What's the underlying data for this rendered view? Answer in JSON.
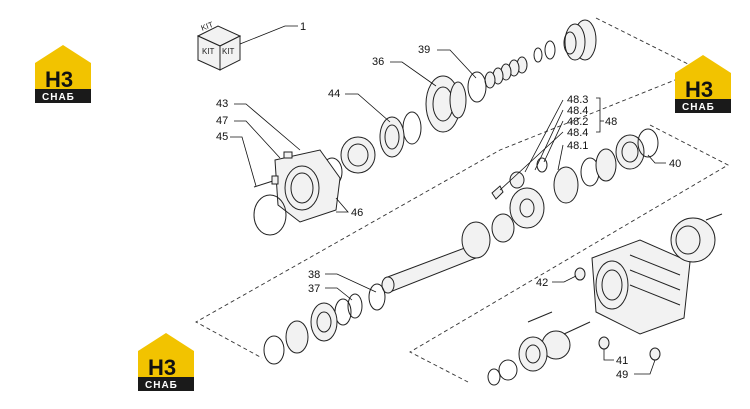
{
  "logo": {
    "mark": "H3",
    "text": "CHAБ",
    "colors": {
      "yellow": "#f2c300",
      "dark": "#1a1a1a"
    }
  },
  "kit": {
    "text": "KIT"
  },
  "callouts": {
    "c1": "1",
    "c36": "36",
    "c37": "37",
    "c38": "38",
    "c39": "39",
    "c40": "40",
    "c41": "41",
    "c42": "42",
    "c43": "43",
    "c44": "44",
    "c45": "45",
    "c46": "46",
    "c47": "47",
    "c48": "48",
    "c48_1": "48.1",
    "c48_2": "48.2",
    "c48_3": "48.3",
    "c48_4a": "48.4",
    "c48_4b": "48.4",
    "c49": "49"
  }
}
